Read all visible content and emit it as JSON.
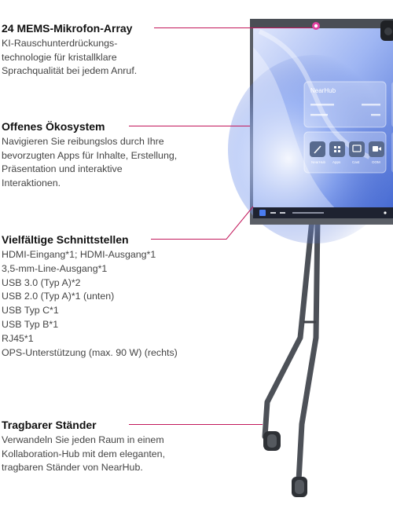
{
  "features": [
    {
      "title": "24 MEMS-Mikrofon-Array",
      "text": "KI-Rauschunterdrückungs-technologie für kristallklare Sprachqualität bei jedem Anruf."
    },
    {
      "title": "Offenes Ökosystem",
      "text": "Navigieren Sie reibungslos durch Ihre bevorzugten Apps für Inhalte, Erstellung, Präsentation und interaktive Interaktionen."
    },
    {
      "title": "Vielfältige Schnittstellen",
      "items": [
        "HDMI-Eingang*1; HDMI-Ausgang*1",
        "3,5-mm-Line-Ausgang*1",
        "USB 3.0 (Typ A)*2",
        "USB 2.0 (Typ A)*1 (unten)",
        "USB Typ C*1",
        "USB Typ B*1",
        "RJ45*1",
        "OPS-Unterstützung (max. 90 W) (rechts)"
      ]
    },
    {
      "title": "Tragbarer Ständer",
      "text": "Verwandeln Sie jeden Raum in einem Kollaboration-Hub mit dem eleganten, tragbaren Ständer von NearHub."
    }
  ],
  "screen": {
    "widget_title": "NearHub",
    "app_labels": [
      "NearHub",
      "Apps",
      "Cast",
      "OOM"
    ]
  },
  "colors": {
    "accent": "#c2185b",
    "frame": "#5a5e66",
    "stand": "#4d5158"
  },
  "icons": [
    "pencil-icon",
    "apps-grid-icon",
    "cast-icon",
    "video-icon",
    "camera-icon",
    "microphone-icon"
  ]
}
